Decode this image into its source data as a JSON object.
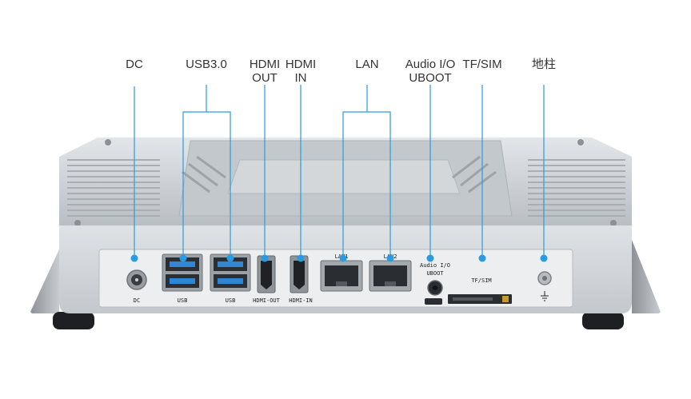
{
  "callouts": {
    "dc": "DC",
    "usb": "USB3.0",
    "hdmi_out": [
      "HDMI",
      "OUT"
    ],
    "hdmi_in": [
      "HDMI",
      "IN"
    ],
    "lan": "LAN",
    "audio": [
      "Audio I/O",
      "UBOOT"
    ],
    "tf_sim": "TF/SIM",
    "ground": "地柱"
  },
  "panel_labels": {
    "dc": "DC",
    "usb1": "USB",
    "usb2": "USB",
    "hdmi_out": "HDMI-OUT",
    "hdmi_in": "HDMI-IN",
    "lan1": "LAN1",
    "lan2": "LAN2",
    "audio": [
      "Audio I/O",
      "UBOOT"
    ],
    "tf_sim": "TF/SIM"
  },
  "colors": {
    "callout_line": "#2a9be0",
    "callout_dot": "#2a9be0",
    "chassis": "#c9cdd1",
    "panel": "#e9ebed",
    "usb_blue": "#2e86d4"
  },
  "icons": [
    "ground-symbol-icon"
  ]
}
